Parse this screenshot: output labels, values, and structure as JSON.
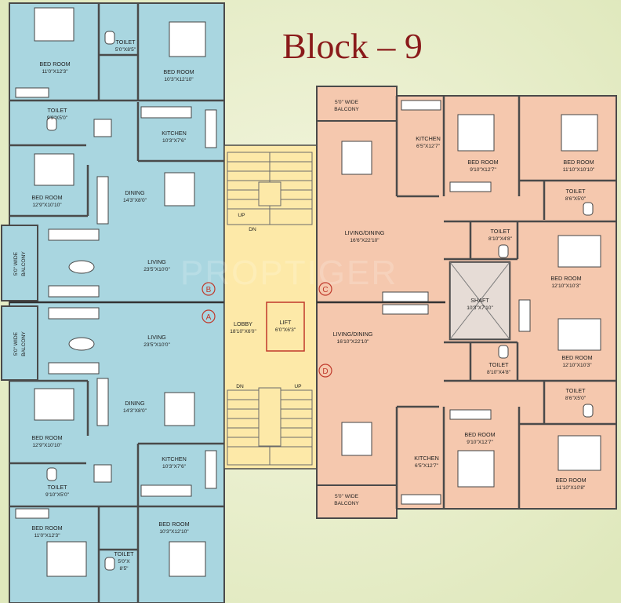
{
  "title": "Block – 9",
  "watermark": "PROPTIGER",
  "colors": {
    "background": "#e9efcd",
    "left_flats": "#a9d6e0",
    "right_flats": "#f5c8ae",
    "core": "#fde9a8",
    "walls": "#4a4a4a",
    "title": "#8a1a1a",
    "flat_marker": "#c0392b"
  },
  "markers": {
    "a": "A",
    "b": "B",
    "c": "C",
    "d": "D"
  },
  "left_top": {
    "bed1": {
      "name": "BED ROOM",
      "dim": "11'0\"X12'3\""
    },
    "toilet1": {
      "name": "TOILET",
      "dim": "5'0\"X8'5\""
    },
    "bed2": {
      "name": "BED ROOM",
      "dim": "10'3\"X12'10\""
    },
    "toilet2": {
      "name": "TOILET",
      "dim": "9'9\"X5'0\""
    },
    "kitchen": {
      "name": "KITCHEN",
      "dim": "10'3\"X7'6\""
    },
    "bed3": {
      "name": "BED ROOM",
      "dim": "12'9\"X10'10\""
    },
    "dining": {
      "name": "DINING",
      "dim": "14'3\"X8'0\""
    },
    "balcony": {
      "line1": "5'0\" WIDE",
      "line2": "BALCONY"
    },
    "living": {
      "name": "LIVING",
      "dim": "23'5\"X10'0\""
    }
  },
  "left_bottom": {
    "living": {
      "name": "LIVING",
      "dim": "23'5\"X10'0\""
    },
    "balcony": {
      "line1": "5'0\" WIDE",
      "line2": "BALCONY"
    },
    "dining": {
      "name": "DINING",
      "dim": "14'3\"X8'0\""
    },
    "bed3": {
      "name": "BED ROOM",
      "dim": "12'9\"X10'10\""
    },
    "kitchen": {
      "name": "KITCHEN",
      "dim": "10'3\"X7'6\""
    },
    "toilet2": {
      "name": "TOILET",
      "dim": "9'10\"X5'0\""
    },
    "bed1": {
      "name": "BED ROOM",
      "dim": "11'0\"X12'3\""
    },
    "bed2": {
      "name": "BED ROOM",
      "dim": "10'3\"X12'10\""
    },
    "toilet1": {
      "name": "TOILET",
      "dim1": "5'0\"X",
      "dim2": "8'5\""
    }
  },
  "core": {
    "up_top": "UP",
    "dn_top": "DN",
    "lobby": {
      "name": "LOBBY",
      "dim": "18'10\"X6'0\""
    },
    "lift": {
      "name": "LIFT",
      "dim": "6'0\"X6'3\""
    },
    "dn_bottom": "DN",
    "up_bottom": "UP"
  },
  "right_top": {
    "balcony": {
      "line1": "5'0\" WIDE",
      "line2": "BALCONY"
    },
    "kitchen": {
      "name": "KITCHEN",
      "dim": "6'5\"X12'7\""
    },
    "bed1": {
      "name": "BED ROOM",
      "dim": "9'10\"X12'7\""
    },
    "bed2": {
      "name": "BED ROOM",
      "dim": "11'10\"X10'10\""
    },
    "toilet1": {
      "name": "TOILET",
      "dim": "8'6\"X5'0\""
    },
    "living": {
      "name": "LIVING/DINING",
      "dim": "16'6\"X22'10\""
    },
    "toilet2": {
      "name": "TOILET",
      "dim": "8'10\"X4'8\""
    },
    "bed3": {
      "name": "BED ROOM",
      "dim": "12'10\"X10'3\""
    }
  },
  "shaft": {
    "name": "SHAFT",
    "dim": "10'3\"X7'10\""
  },
  "right_bottom": {
    "living": {
      "name": "LIVING/DINING",
      "dim": "16'10\"X22'10\""
    },
    "bed3": {
      "name": "BED ROOM",
      "dim": "12'10\"X10'3\""
    },
    "toilet2": {
      "name": "TOILET",
      "dim": "8'10\"X4'8\""
    },
    "toilet1": {
      "name": "TOILET",
      "dim": "8'6\"X5'0\""
    },
    "bed1": {
      "name": "BED ROOM",
      "dim": "9'10\"X12'7\""
    },
    "kitchen": {
      "name": "KITCHEN",
      "dim": "6'5\"X12'7\""
    },
    "bed2": {
      "name": "BED ROOM",
      "dim": "11'10\"X10'8\""
    },
    "balcony": {
      "line1": "5'0\" WIDE",
      "line2": "BALCONY"
    }
  }
}
